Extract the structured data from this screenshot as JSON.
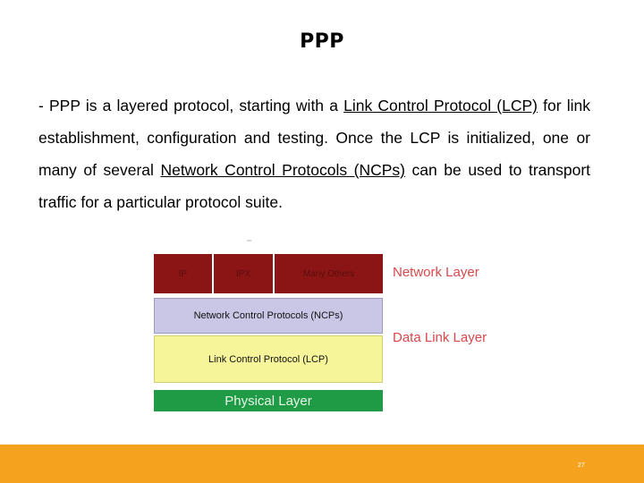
{
  "slide": {
    "title": "PPP",
    "para_pre1": "- PPP is a layered protocol, starting with a ",
    "para_link1": "Link Control Protocol (LCP)",
    "para_mid": " for link establishment, configuration and testing. Once the LCP is initialized, one or many of several ",
    "para_link2": "Network Control Protocols (NCPs)",
    "para_end": " can be used to transport traffic for a particular protocol suite.",
    "page_number": "27"
  },
  "diagram": {
    "network_cells": [
      "IP",
      "IPX",
      "Many Others"
    ],
    "ncp_label": "Network Control Protocols (NCPs)",
    "lcp_label": "Link Control Protocol (LCP)",
    "physical_label": "Physical Layer",
    "side_labels": {
      "network": "Network Layer",
      "datalink": "Data Link Layer"
    },
    "colors": {
      "network": "#8b1515",
      "ncp": "#c9c6e6",
      "lcp": "#f7f59a",
      "physical": "#1f9a45",
      "side_label": "#d9484b",
      "footer": "#f5a31f"
    }
  }
}
